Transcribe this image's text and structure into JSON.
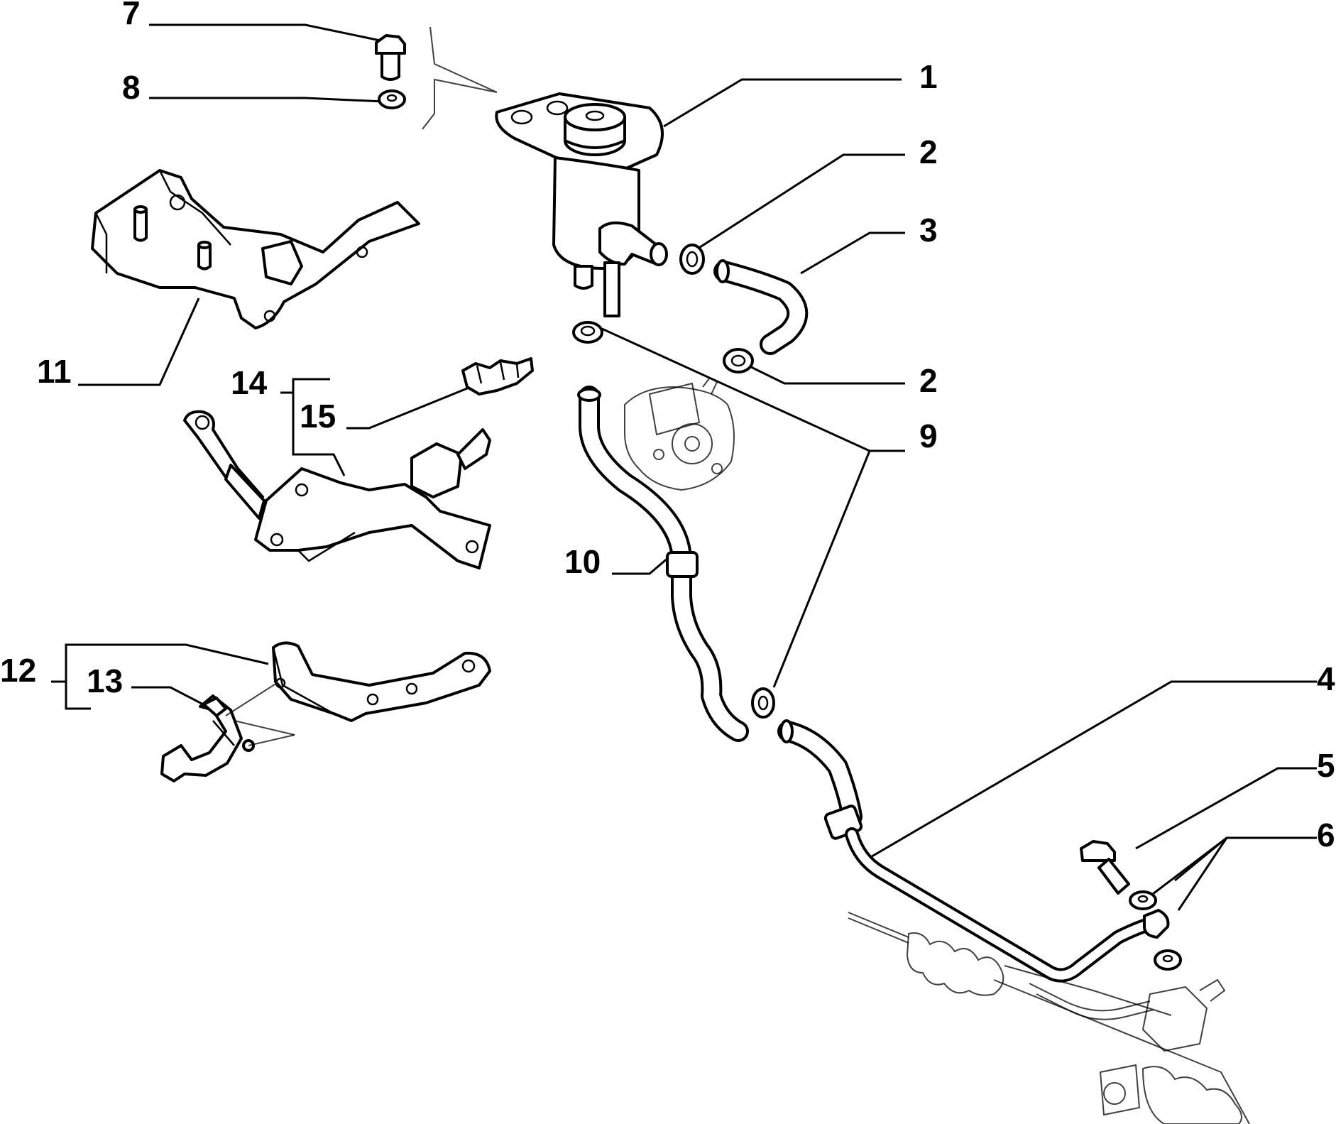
{
  "labels": [
    {
      "id": "1",
      "text": "1"
    },
    {
      "id": "2a",
      "text": "2"
    },
    {
      "id": "2b",
      "text": "2"
    },
    {
      "id": "3",
      "text": "3"
    },
    {
      "id": "4",
      "text": "4"
    },
    {
      "id": "5",
      "text": "5"
    },
    {
      "id": "6",
      "text": "6"
    },
    {
      "id": "7",
      "text": "7"
    },
    {
      "id": "8",
      "text": "8"
    },
    {
      "id": "9",
      "text": "9"
    },
    {
      "id": "10",
      "text": "10"
    },
    {
      "id": "11",
      "text": "11"
    },
    {
      "id": "12",
      "text": "12"
    },
    {
      "id": "13",
      "text": "13"
    },
    {
      "id": "14",
      "text": "14"
    },
    {
      "id": "15",
      "text": "15"
    }
  ]
}
